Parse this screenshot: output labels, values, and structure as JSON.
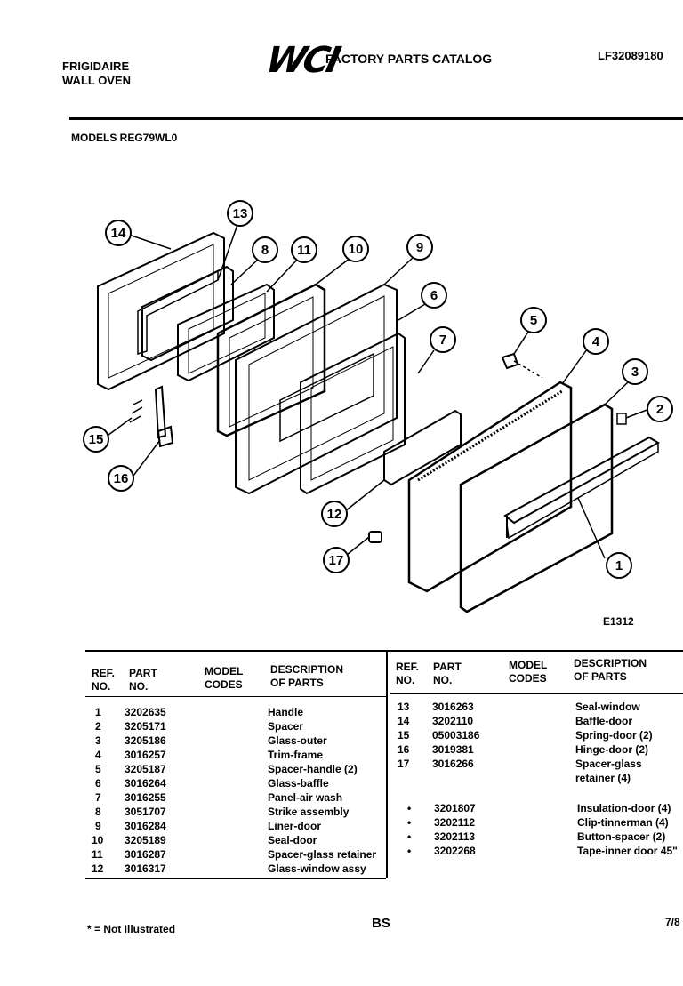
{
  "header": {
    "brand_line1": "FRIGIDAIRE",
    "brand_line2": "WALL OVEN",
    "logo_text": "WCI",
    "catalog_title": "FACTORY PARTS CATALOG",
    "catalog_number": "LF32089180",
    "models_label": "MODELS REG79WL0"
  },
  "diagram": {
    "figure_id": "E1312",
    "callouts": [
      "1",
      "2",
      "3",
      "4",
      "5",
      "6",
      "7",
      "8",
      "9",
      "10",
      "11",
      "12",
      "13",
      "14",
      "15",
      "16",
      "17"
    ]
  },
  "table": {
    "headers": {
      "ref": "REF.",
      "no": "NO.",
      "part": "PART",
      "part_no": "NO.",
      "model": "MODEL",
      "codes": "CODES",
      "description": "DESCRIPTION",
      "of_parts": "OF PARTS"
    },
    "left_rows": [
      {
        "ref": "1",
        "part": "3202635",
        "desc": "Handle"
      },
      {
        "ref": "2",
        "part": "3205171",
        "desc": "Spacer"
      },
      {
        "ref": "3",
        "part": "3205186",
        "desc": "Glass-outer"
      },
      {
        "ref": "4",
        "part": "3016257",
        "desc": "Trim-frame"
      },
      {
        "ref": "5",
        "part": "3205187",
        "desc": "Spacer-handle (2)"
      },
      {
        "ref": "6",
        "part": "3016264",
        "desc": "Glass-baffle"
      },
      {
        "ref": "7",
        "part": "3016255",
        "desc": "Panel-air wash"
      },
      {
        "ref": "8",
        "part": "3051707",
        "desc": "Strike assembly"
      },
      {
        "ref": "9",
        "part": "3016284",
        "desc": "Liner-door"
      },
      {
        "ref": "10",
        "part": "3205189",
        "desc": "Seal-door"
      },
      {
        "ref": "11",
        "part": "3016287",
        "desc": "Spacer-glass retainer"
      },
      {
        "ref": "12",
        "part": "3016317",
        "desc": "Glass-window assy"
      }
    ],
    "right_rows": [
      {
        "ref": "13",
        "part": "3016263",
        "desc": "Seal-window"
      },
      {
        "ref": "14",
        "part": "3202110",
        "desc": "Baffle-door"
      },
      {
        "ref": "15",
        "part": "05003186",
        "desc": "Spring-door (2)"
      },
      {
        "ref": "16",
        "part": "3019381",
        "desc": "Hinge-door (2)"
      },
      {
        "ref": "17",
        "part": "3016266",
        "desc": "Spacer-glass"
      },
      {
        "ref": "",
        "part": "",
        "desc": "retainer (4)"
      },
      {
        "ref": "",
        "part": "",
        "desc": ""
      },
      {
        "ref": "•",
        "part": "3201807",
        "desc": "Insulation-door (4)"
      },
      {
        "ref": "•",
        "part": "3202112",
        "desc": "Clip-tinnerman (4)"
      },
      {
        "ref": "•",
        "part": "3202113",
        "desc": "Button-spacer (2)"
      },
      {
        "ref": "•",
        "part": "3202268",
        "desc": "Tape-inner door 45\""
      }
    ]
  },
  "footer": {
    "note": "* = Not Illustrated",
    "page_code": "BS",
    "date": "7/8"
  }
}
